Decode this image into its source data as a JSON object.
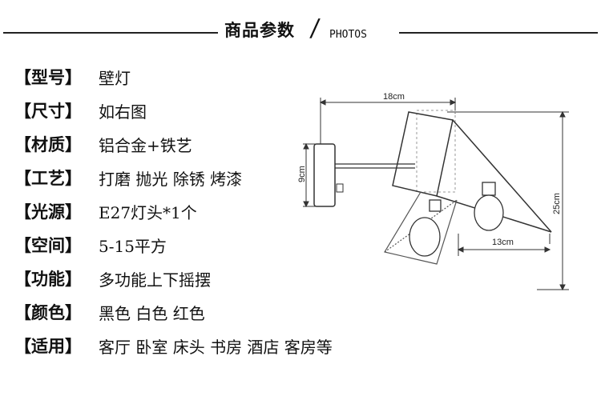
{
  "header": {
    "title": "商品参数",
    "slash": "/",
    "subtitle": "PHOTOS"
  },
  "specs": [
    {
      "label": "【型号】",
      "value": "壁灯"
    },
    {
      "label": "【尺寸】",
      "value": "如右图"
    },
    {
      "label": "【材质】",
      "value": "铝合金+铁艺"
    },
    {
      "label": "【工艺】",
      "value": "打磨 抛光 除锈 烤漆"
    },
    {
      "label": "【光源】",
      "value": "E27灯头*1个"
    },
    {
      "label": "【空间】",
      "value": "5-15平方"
    },
    {
      "label": "【功能】",
      "value": "多功能上下摇摆"
    },
    {
      "label": "【颜色】",
      "value": "黑色 白色 红色"
    },
    {
      "label": "【适用】",
      "value": "客厅 卧室 床头 书房 酒店 客房等"
    }
  ],
  "diagram": {
    "width_label": "18cm",
    "height_label": "25cm",
    "base_label": "9cm",
    "arm_label": "13cm"
  }
}
